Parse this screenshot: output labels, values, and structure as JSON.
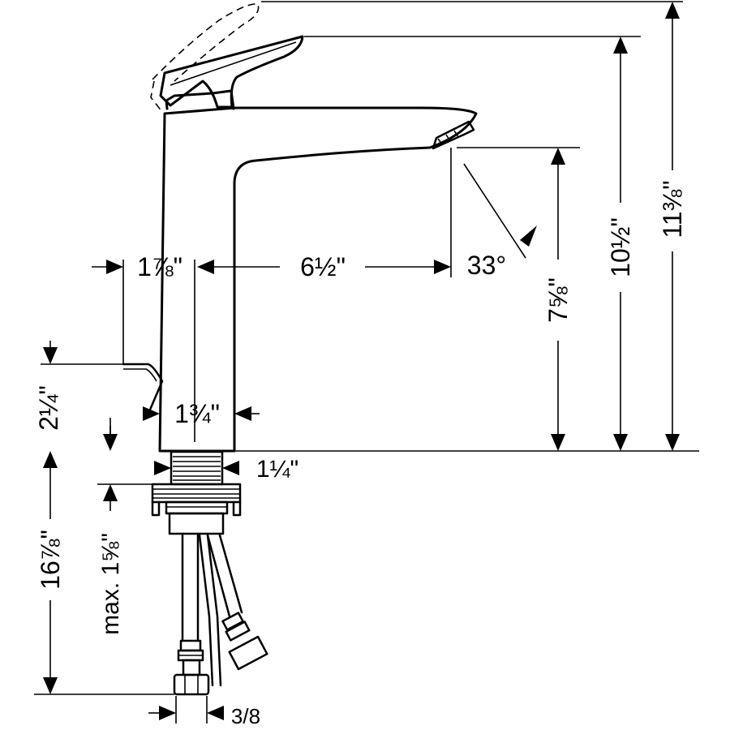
{
  "dimensions": {
    "spout_projection": "6½\"",
    "lever_overhang": "1⅞\"",
    "base_diameter": "1¾\"",
    "shank_diameter": "1¼\"",
    "lever_height": "2¼\"",
    "spout_height": "7⅝\"",
    "handle_height": "10½\"",
    "total_height": "11⅜\"",
    "hose_length": "16⅞\"",
    "max_deck_thickness": "max. 1⅝\"",
    "connection_size": "3/8",
    "spray_angle": "33°"
  }
}
